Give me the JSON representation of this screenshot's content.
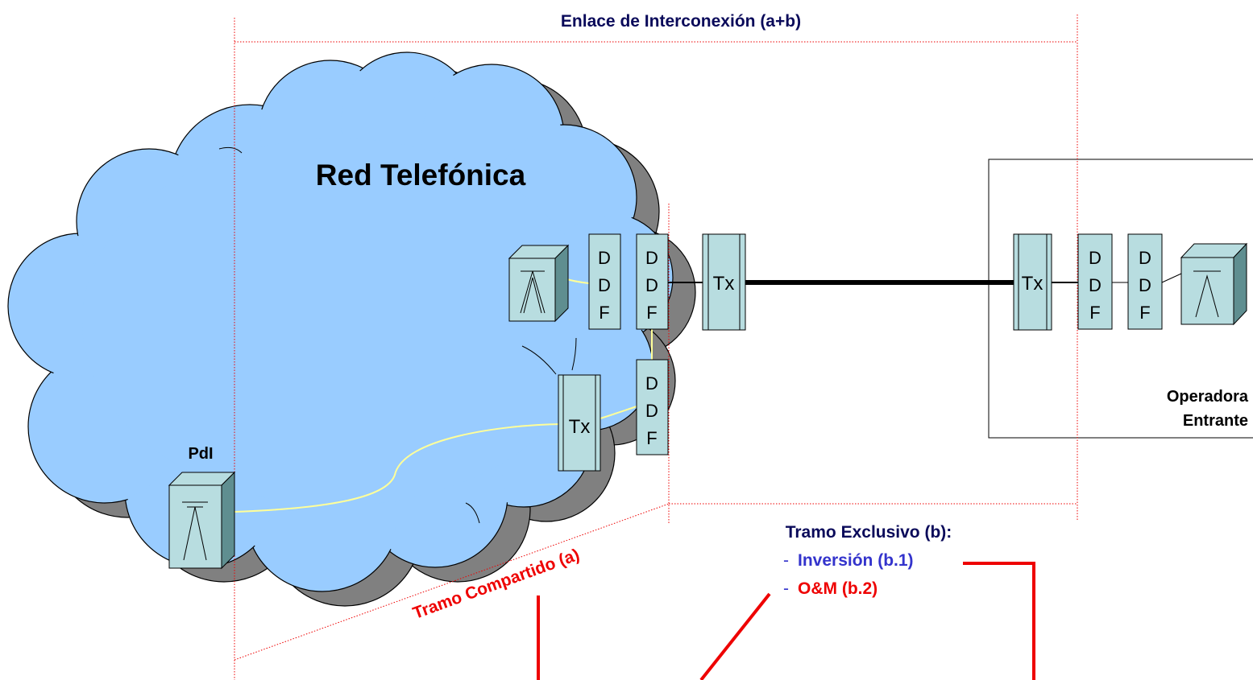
{
  "top_label": "Enlace de Interconexión (a+b)",
  "cloud_label": "Red Telefónica",
  "pdi_label": "PdI",
  "operator_label": {
    "line1": "Operadora",
    "line2": "Entrante"
  },
  "ddf_letters": [
    "D",
    "D",
    "F"
  ],
  "tx_label": "Tx",
  "shared_segment_label": "Tramo Compartido (a)",
  "exclusive": {
    "title": "Tramo Exclusivo (b):",
    "dash": "-",
    "investment": "Inversión (b.1)",
    "om": "O&M (b.2)"
  },
  "colors": {
    "navy": "#0a0a5a",
    "blue_text": "#3333cc",
    "red": "#ee0000",
    "cloud_fill": "#99ccff",
    "cloud_shadow": "#808080",
    "equipment_fill": "#b8dde0",
    "link_yellow": "#ffff99"
  }
}
